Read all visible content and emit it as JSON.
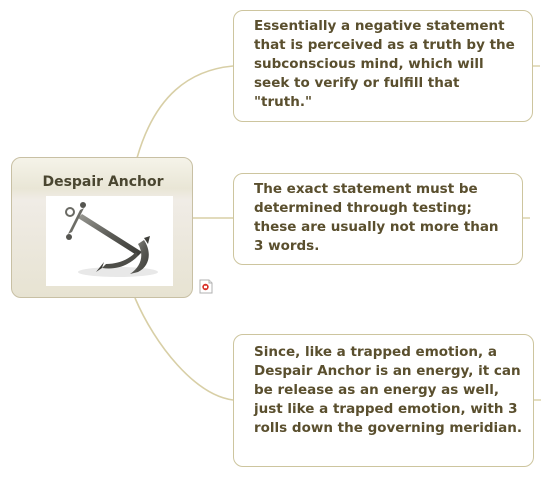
{
  "central": {
    "title": "Despair Anchor",
    "image": "anchor-image"
  },
  "topics": [
    {
      "text": "Essentially a negative statement that is perceived as a truth by the subconscious mind, which will seek to verify or fulfill that \"truth.\""
    },
    {
      "text": "The exact statement must be determined through testing; these are usually not more than 3 words."
    },
    {
      "text": "Since, like a trapped emotion, a Despair Anchor is an energy, it can be release as an energy as well, just like a trapped emotion, with 3 rolls down the governing meridian."
    }
  ],
  "icons": {
    "note": "note-icon"
  },
  "colors": {
    "connector": "#d8cfa6",
    "topic_border": "#cdc59e",
    "topic_text": "#5a4f2e",
    "central_title": "#4a4630"
  }
}
